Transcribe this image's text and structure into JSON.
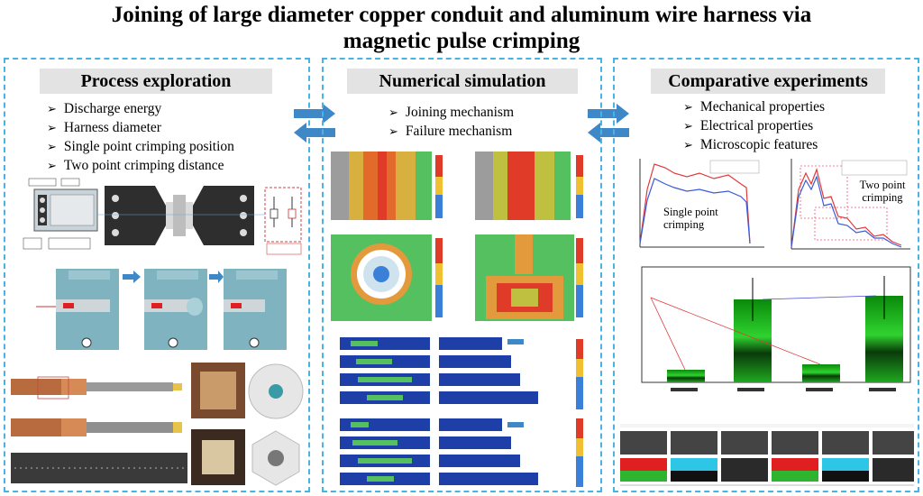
{
  "title_line1": "Joining of large diameter copper conduit and aluminum wire harness via",
  "title_line2": "magnetic pulse crimping",
  "panels": {
    "process": {
      "title": "Process exploration",
      "bullets": [
        "Discharge energy",
        "Harness diameter",
        "Single point crimping position",
        "Two point crimping distance"
      ]
    },
    "simulation": {
      "title": "Numerical simulation",
      "bullets": [
        "Joining mechanism",
        "Failure mechanism"
      ]
    },
    "experiments": {
      "title": "Comparative experiments",
      "bullets": [
        "Mechanical properties",
        "Electrical properties",
        "Microscopic features"
      ],
      "line_single_label": "Single point\ncrimping",
      "line_two_label": "Two point\ncrimping"
    }
  },
  "colors": {
    "dash": "#49b3e6",
    "arrow": "#3f88c8",
    "teal": "#7fb3bf",
    "sim_green": "#55c060"
  }
}
